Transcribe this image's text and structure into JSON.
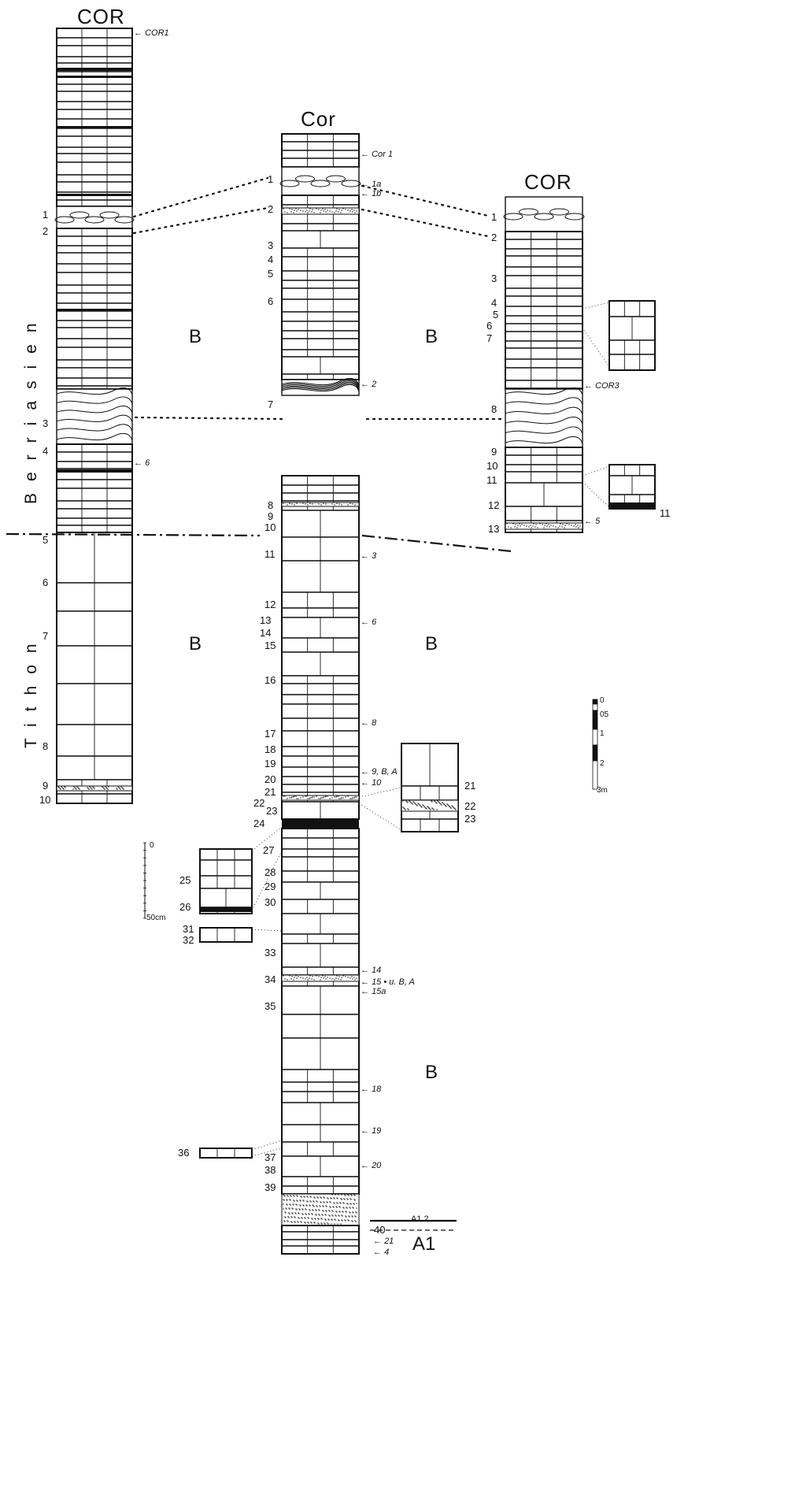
{
  "sections": [
    {
      "id": "left",
      "title": "COR",
      "top_sample": "COR1",
      "beds": [
        "1",
        "2",
        "3",
        "4",
        "5",
        "6",
        "7",
        "8",
        "9",
        "10"
      ],
      "samples": [
        "6"
      ]
    },
    {
      "id": "middle",
      "title": "Cor",
      "top_sample": "Cor 1",
      "beds": [
        "1",
        "2",
        "3",
        "4",
        "5",
        "6",
        "7",
        "8",
        "9",
        "10",
        "11",
        "12",
        "13",
        "14",
        "15",
        "16",
        "17",
        "18",
        "19",
        "20",
        "21",
        "22",
        "23",
        "24",
        "27",
        "28",
        "29",
        "30",
        "33",
        "34",
        "35",
        "37",
        "38",
        "39",
        "40"
      ],
      "samples": [
        "1a",
        "1b",
        "2",
        "3",
        "6",
        "8",
        "9, B, A",
        "10",
        "14",
        "15 • u. B, A",
        "15a",
        "18",
        "19",
        "20",
        "21",
        "4"
      ],
      "base_label": "A1",
      "base_marker": "A1.2"
    },
    {
      "id": "right",
      "title": "COR",
      "beds": [
        "1",
        "2",
        "3",
        "4",
        "5",
        "6",
        "7",
        "8",
        "9",
        "10",
        "11",
        "12",
        "13"
      ],
      "samples": [
        "COR3",
        "5"
      ]
    }
  ],
  "stages": [
    "Berriasien",
    "Tithon"
  ],
  "zone_label": "B",
  "details": {
    "right_detail_bed": "11",
    "middle_detail_beds": [
      "21",
      "22",
      "23"
    ],
    "left_detail_beds": [
      "25",
      "26",
      "31",
      "32",
      "36"
    ]
  },
  "scales": {
    "large": [
      "0",
      "05",
      "1",
      "2",
      "3m"
    ],
    "small": [
      "0",
      "50cm"
    ]
  },
  "colors": {
    "ink": "#111111",
    "paper": "#ffffff"
  }
}
